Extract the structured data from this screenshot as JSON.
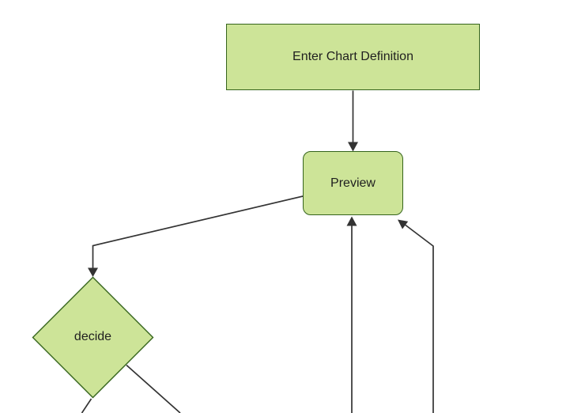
{
  "diagram": {
    "type": "flowchart",
    "direction": "top-down",
    "nodes": [
      {
        "id": "enter-chart-definition",
        "label": "Enter Chart Definition",
        "shape": "rectangle"
      },
      {
        "id": "preview",
        "label": "Preview",
        "shape": "rounded-rectangle"
      },
      {
        "id": "decide",
        "label": "decide",
        "shape": "diamond"
      }
    ],
    "edges": [
      {
        "from": "enter-chart-definition",
        "to": "preview",
        "arrow": true
      },
      {
        "from": "preview",
        "to": "decide",
        "arrow": true
      },
      {
        "from": "offscreen-bottom-center",
        "to": "preview",
        "arrow": true
      },
      {
        "from": "offscreen-bottom-right",
        "to": "preview",
        "arrow": true
      },
      {
        "from": "decide",
        "to": "offscreen-bottom-left",
        "arrow": false
      },
      {
        "from": "decide",
        "to": "offscreen-bottom-right",
        "arrow": false
      }
    ]
  },
  "colors": {
    "node_fill": "#cde498",
    "node_border": "#35641c",
    "edge": "#333333",
    "text": "#1f1f1f",
    "background": "#ffffff"
  }
}
